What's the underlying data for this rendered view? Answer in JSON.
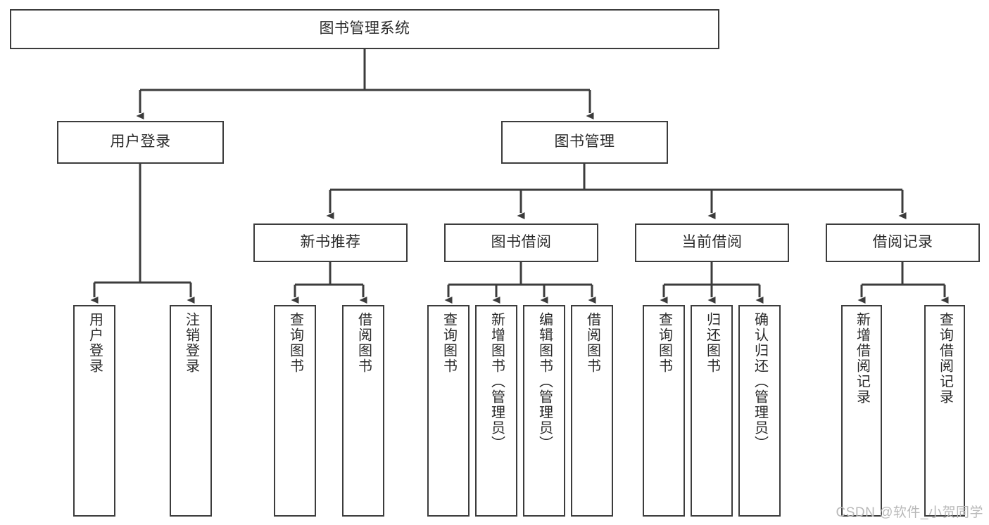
{
  "diagram": {
    "type": "tree-hierarchy-chart",
    "title": "图书管理系统",
    "watermark": "CSDN @软件_小贺同学",
    "colors": {
      "box_border": "#3c3c3c",
      "box_fill": "#ffffff",
      "line": "#3c3c3c",
      "text": "#2a2a2a",
      "watermark": "#b9b9b9"
    },
    "nodes": {
      "root": {
        "label": "图书管理系统",
        "level": 0
      },
      "user_login": {
        "label": "用户登录",
        "level": 1
      },
      "book_manage": {
        "label": "图书管理",
        "level": 1
      },
      "new_book_rec": {
        "label": "新书推荐",
        "level": 2
      },
      "book_borrow": {
        "label": "图书借阅",
        "level": 2
      },
      "current_borrow": {
        "label": "当前借阅",
        "level": 2
      },
      "borrow_record": {
        "label": "借阅记录",
        "level": 2
      },
      "leaf_user_login": {
        "label": "用户登录",
        "level": 2
      },
      "leaf_logout": {
        "label": "注销登录",
        "level": 2
      },
      "leaf_query_book_1": {
        "label": "查询图书",
        "level": 3
      },
      "leaf_borrow_book_1": {
        "label": "借阅图书",
        "level": 3
      },
      "leaf_query_book_2": {
        "label": "查询图书",
        "level": 3
      },
      "leaf_add_book": {
        "label": "新增图书（管理员）",
        "level": 3
      },
      "leaf_edit_book": {
        "label": "编辑图书（管理员）",
        "level": 3
      },
      "leaf_borrow_book_2": {
        "label": "借阅图书",
        "level": 3
      },
      "leaf_query_book_3": {
        "label": "查询图书",
        "level": 3
      },
      "leaf_return_book": {
        "label": "归还图书",
        "level": 3
      },
      "leaf_confirm_return": {
        "label": "确认归还（管理员）",
        "level": 3
      },
      "leaf_add_record": {
        "label": "新增借阅记录",
        "level": 3
      },
      "leaf_query_record": {
        "label": "查询借阅记录",
        "level": 3
      }
    },
    "edges": [
      {
        "from": "root",
        "to": "user_login"
      },
      {
        "from": "root",
        "to": "book_manage"
      },
      {
        "from": "user_login",
        "to": "leaf_user_login"
      },
      {
        "from": "user_login",
        "to": "leaf_logout"
      },
      {
        "from": "book_manage",
        "to": "new_book_rec"
      },
      {
        "from": "book_manage",
        "to": "book_borrow"
      },
      {
        "from": "book_manage",
        "to": "current_borrow"
      },
      {
        "from": "book_manage",
        "to": "borrow_record"
      },
      {
        "from": "new_book_rec",
        "to": "leaf_query_book_1"
      },
      {
        "from": "new_book_rec",
        "to": "leaf_borrow_book_1"
      },
      {
        "from": "book_borrow",
        "to": "leaf_query_book_2"
      },
      {
        "from": "book_borrow",
        "to": "leaf_add_book"
      },
      {
        "from": "book_borrow",
        "to": "leaf_edit_book"
      },
      {
        "from": "book_borrow",
        "to": "leaf_borrow_book_2"
      },
      {
        "from": "current_borrow",
        "to": "leaf_query_book_3"
      },
      {
        "from": "current_borrow",
        "to": "leaf_return_book"
      },
      {
        "from": "current_borrow",
        "to": "leaf_confirm_return"
      },
      {
        "from": "borrow_record",
        "to": "leaf_add_record"
      },
      {
        "from": "borrow_record",
        "to": "leaf_query_record"
      }
    ]
  }
}
